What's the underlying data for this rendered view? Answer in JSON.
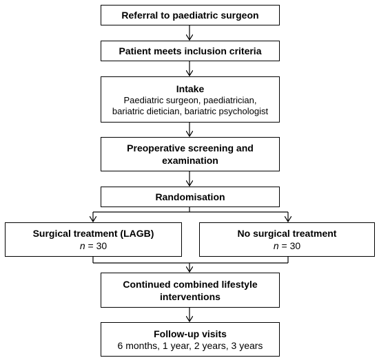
{
  "boxes": {
    "referral": {
      "title": "Referral to paediatric surgeon"
    },
    "inclusion": {
      "title": "Patient meets inclusion criteria"
    },
    "intake": {
      "title": "Intake",
      "line1": "Paediatric surgeon, paediatrician,",
      "line2": "bariatric dietician, bariatric psychologist"
    },
    "screening": {
      "title_line1": "Preoperative screening and",
      "title_line2": "examination"
    },
    "randomisation": {
      "title": "Randomisation"
    },
    "surgical": {
      "title": "Surgical treatment (LAGB)",
      "n_symbol": "n",
      "n_rest": " = 30"
    },
    "no_surgical": {
      "title": "No surgical treatment",
      "n_symbol": "n",
      "n_rest": " = 30"
    },
    "lifestyle": {
      "title_line1": "Continued combined lifestyle",
      "title_line2": "interventions"
    },
    "followup": {
      "title": "Follow-up visits",
      "detail": "6 months, 1 year, 2 years, 3 years"
    }
  }
}
